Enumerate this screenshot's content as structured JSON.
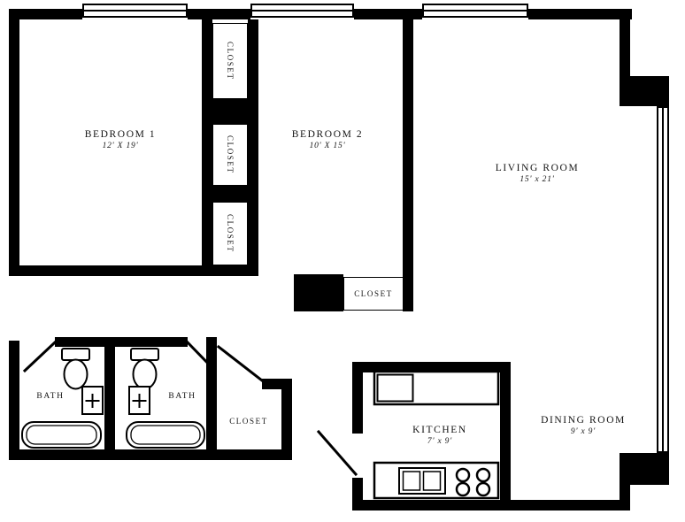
{
  "page": {
    "background": "#ffffff",
    "wall_color": "#000000",
    "line_color": "#000000"
  },
  "rooms": {
    "bedroom1": {
      "name": "BEDROOM 1",
      "dims": "12' X 19'"
    },
    "bedroom2": {
      "name": "BEDROOM 2",
      "dims": "10' X 15'"
    },
    "living": {
      "name": "LIVING ROOM",
      "dims": "15' x 21'"
    },
    "dining": {
      "name": "DINING ROOM",
      "dims": "9' x 9'"
    },
    "kitchen": {
      "name": "KITCHEN",
      "dims": "7' x 9'"
    },
    "bath1": {
      "name": "BATH"
    },
    "bath2": {
      "name": "BATH"
    }
  },
  "closets": {
    "column_top": "CLOSET",
    "column_middle": "CLOSET",
    "column_bottom": "CLOSET",
    "bedroom2": "CLOSET",
    "hall": "CLOSET"
  },
  "icons": {
    "window": "window-icon",
    "door_swing": "door-swing-icon",
    "toilet": "toilet-icon",
    "sink": "sink-icon",
    "bathtub": "bathtub-icon",
    "refrigerator": "fridge-icon",
    "kitchen_sink": "kitchen-sink-icon",
    "stove": "stove-icon"
  }
}
